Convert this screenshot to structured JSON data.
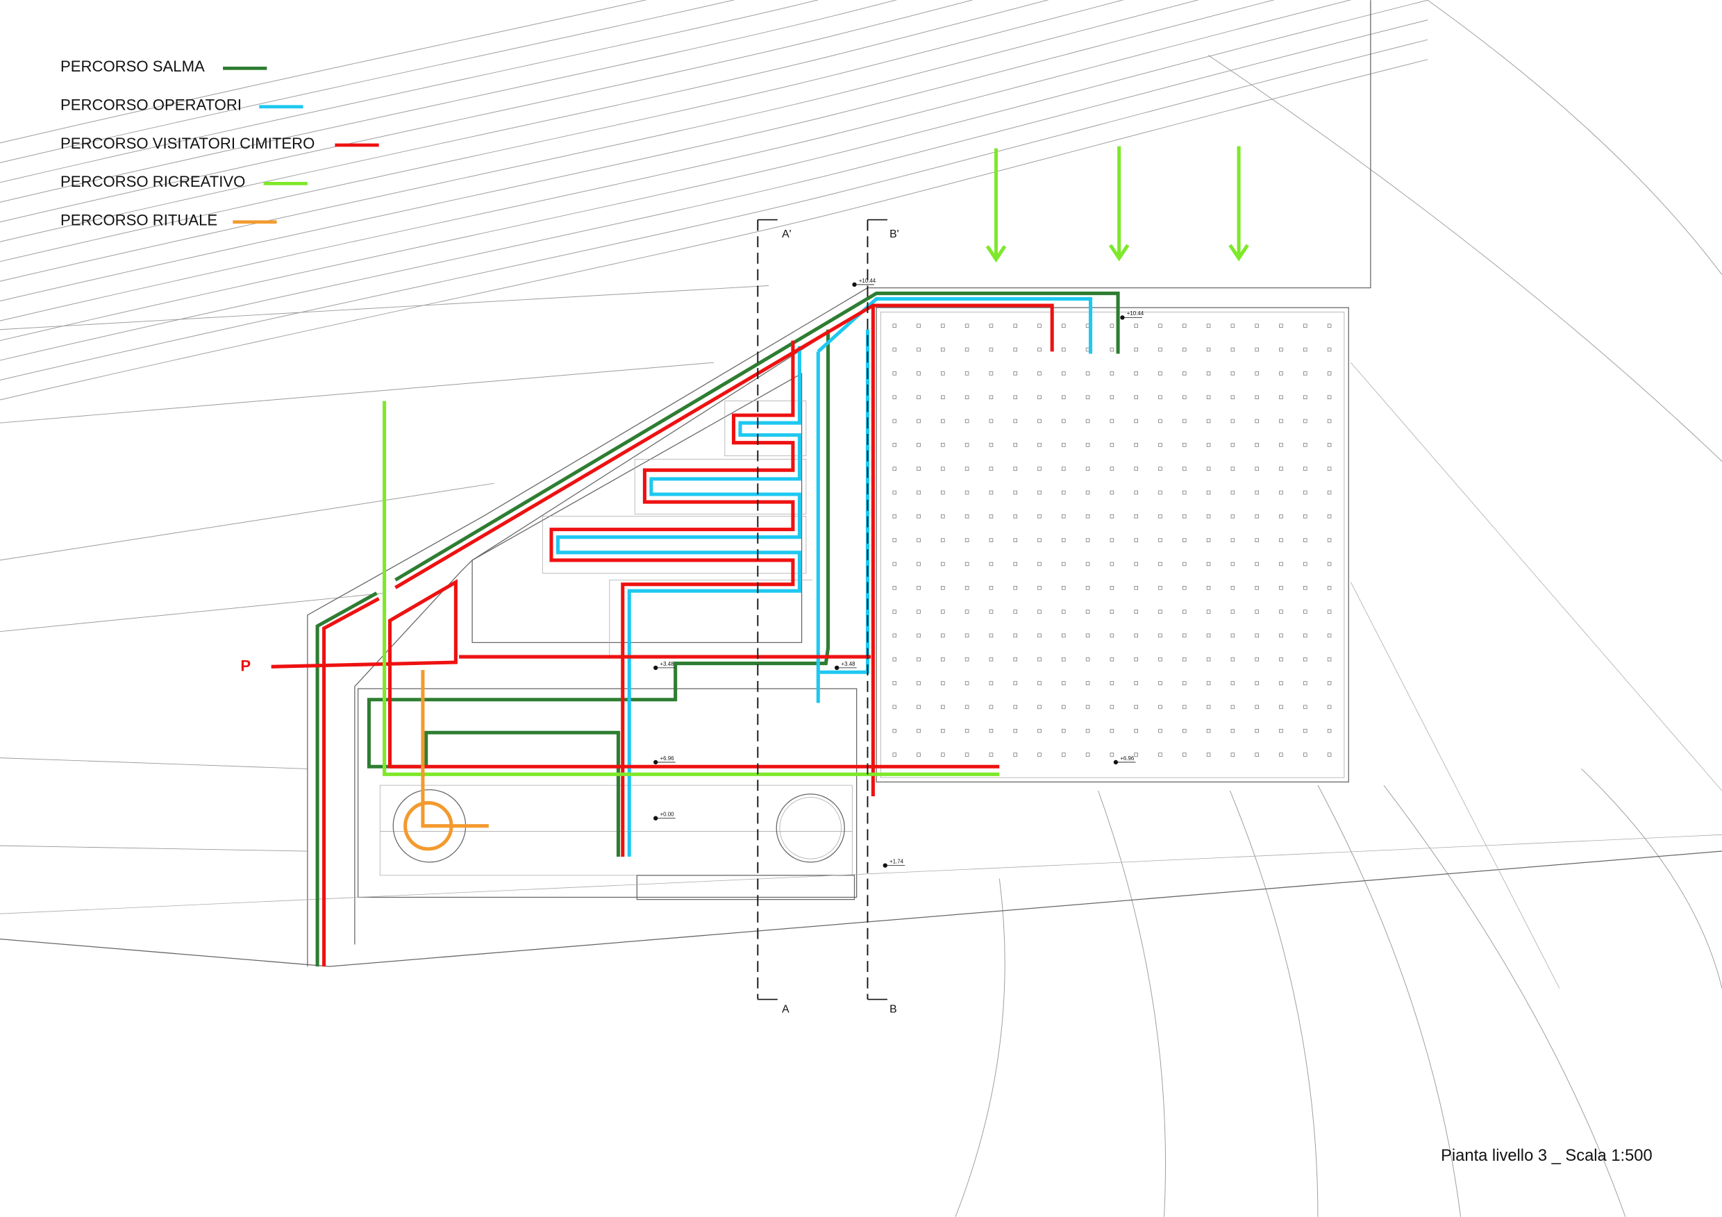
{
  "legend": {
    "items": [
      {
        "label": "PERCORSO SALMA",
        "color": "#2e7d32"
      },
      {
        "label": "PERCORSO OPERATORI",
        "color": "#1ec8f0"
      },
      {
        "label": "PERCORSO VISITATORI CIMITERO",
        "color": "#ee1111"
      },
      {
        "label": "PERCORSO RICREATIVO",
        "color": "#7ee82a"
      },
      {
        "label": "PERCORSO RITUALE",
        "color": "#f39a2e"
      }
    ]
  },
  "sections": {
    "a_top": "A'",
    "b_top": "B'",
    "a_bottom": "A",
    "b_bottom": "B"
  },
  "elevations": [
    "+10.44",
    "+10.44",
    "+3.48",
    "+3.48",
    "+6.96",
    "+6.96",
    "+0.00",
    "+1.74"
  ],
  "parking_label": "P",
  "title": "Pianta livello 3 _ Scala 1:500"
}
